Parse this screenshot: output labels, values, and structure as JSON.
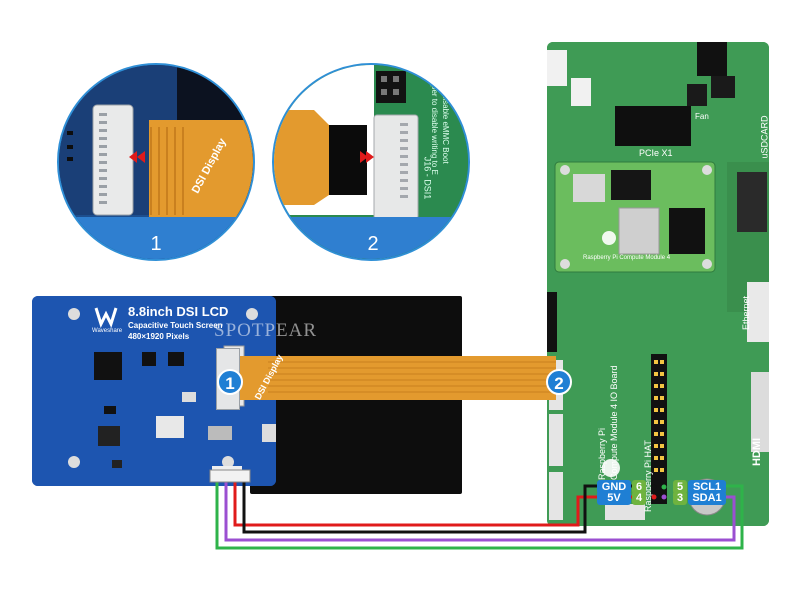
{
  "insets": {
    "left": {
      "badge": "1",
      "cable_label": "DSI Display"
    },
    "right": {
      "badge": "2",
      "board_text_top": "J16 - DSI1",
      "board_text_side": "to disable eMMC Boot",
      "board_text_side2": "per to disable writing to E"
    }
  },
  "lcd": {
    "title": "8.8inch DSI LCD",
    "subtitle": "Capacitive Touch Screen",
    "resolution": "480×1920 Pixels",
    "brand": "Waveshare",
    "cable_label": "DSI Display",
    "badge": "1"
  },
  "watermark": "SPOTPEAR",
  "io_board": {
    "badge": "2",
    "label_usdcard": "uSDCARD",
    "label_ethernet": "Ethernet",
    "label_pcie": "PCIe X1",
    "label_title1": "Compute Module 4 IO Board",
    "label_title2": "Raspberry Pi",
    "label_title3": "Raspberry Pi HAT",
    "label_cm4": "Raspberry Pi Compute Module 4",
    "label_fan": "Fan",
    "label_hdmi": "HDMI"
  },
  "pins": {
    "gnd": {
      "label": "GND",
      "num": "6"
    },
    "v5": {
      "label": "5V",
      "num": "4"
    },
    "scl": {
      "label": "SCL1",
      "num": "5"
    },
    "sda": {
      "label": "SDA1",
      "num": "3"
    }
  },
  "colors": {
    "gnd_wire": "#111111",
    "v5_wire": "#e01b1b",
    "scl_wire": "#2fb34a",
    "sda_wire": "#9b4fd1",
    "badge_blue": "#1f7fd4",
    "ribbon": "#e39a2e"
  }
}
